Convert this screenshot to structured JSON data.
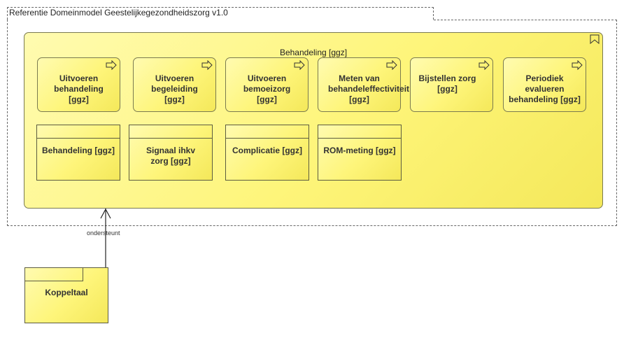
{
  "view": {
    "title": "Referentie Domeinmodel Geestelijkegezondheidszorg v1.0"
  },
  "function": {
    "label": "Behandeling [ggz]",
    "icon": "bookmark-icon"
  },
  "processes": [
    {
      "id": "uitvoeren-behandeling",
      "label": "Uitvoeren behandeling [ggz]"
    },
    {
      "id": "uitvoeren-begeleiding",
      "label": "Uitvoeren begeleiding [ggz]"
    },
    {
      "id": "uitvoeren-bemoeizorg",
      "label": "Uitvoeren bemoeizorg [ggz]"
    },
    {
      "id": "meten-behandeleffectiviteit",
      "label": "Meten van behandeleffectiviteit [ggz]"
    },
    {
      "id": "bijstellen-zorg",
      "label": "Bijstellen zorg [ggz]"
    },
    {
      "id": "periodiek-evalueren",
      "label": "Periodiek evalueren behandeling [ggz]"
    }
  ],
  "objects": [
    {
      "id": "behandeling",
      "label": "Behandeling [ggz]"
    },
    {
      "id": "signaal",
      "label": "Signaal ihkv zorg [ggz]"
    },
    {
      "id": "complicatie",
      "label": "Complicatie [ggz]"
    },
    {
      "id": "rom-meting",
      "label": "ROM-meting [ggz]"
    }
  ],
  "relation": {
    "label": "ondersteunt"
  },
  "component": {
    "label": "Koppeltaal"
  },
  "colors": {
    "fill": "#fef57a",
    "border": "#7a7a50"
  }
}
